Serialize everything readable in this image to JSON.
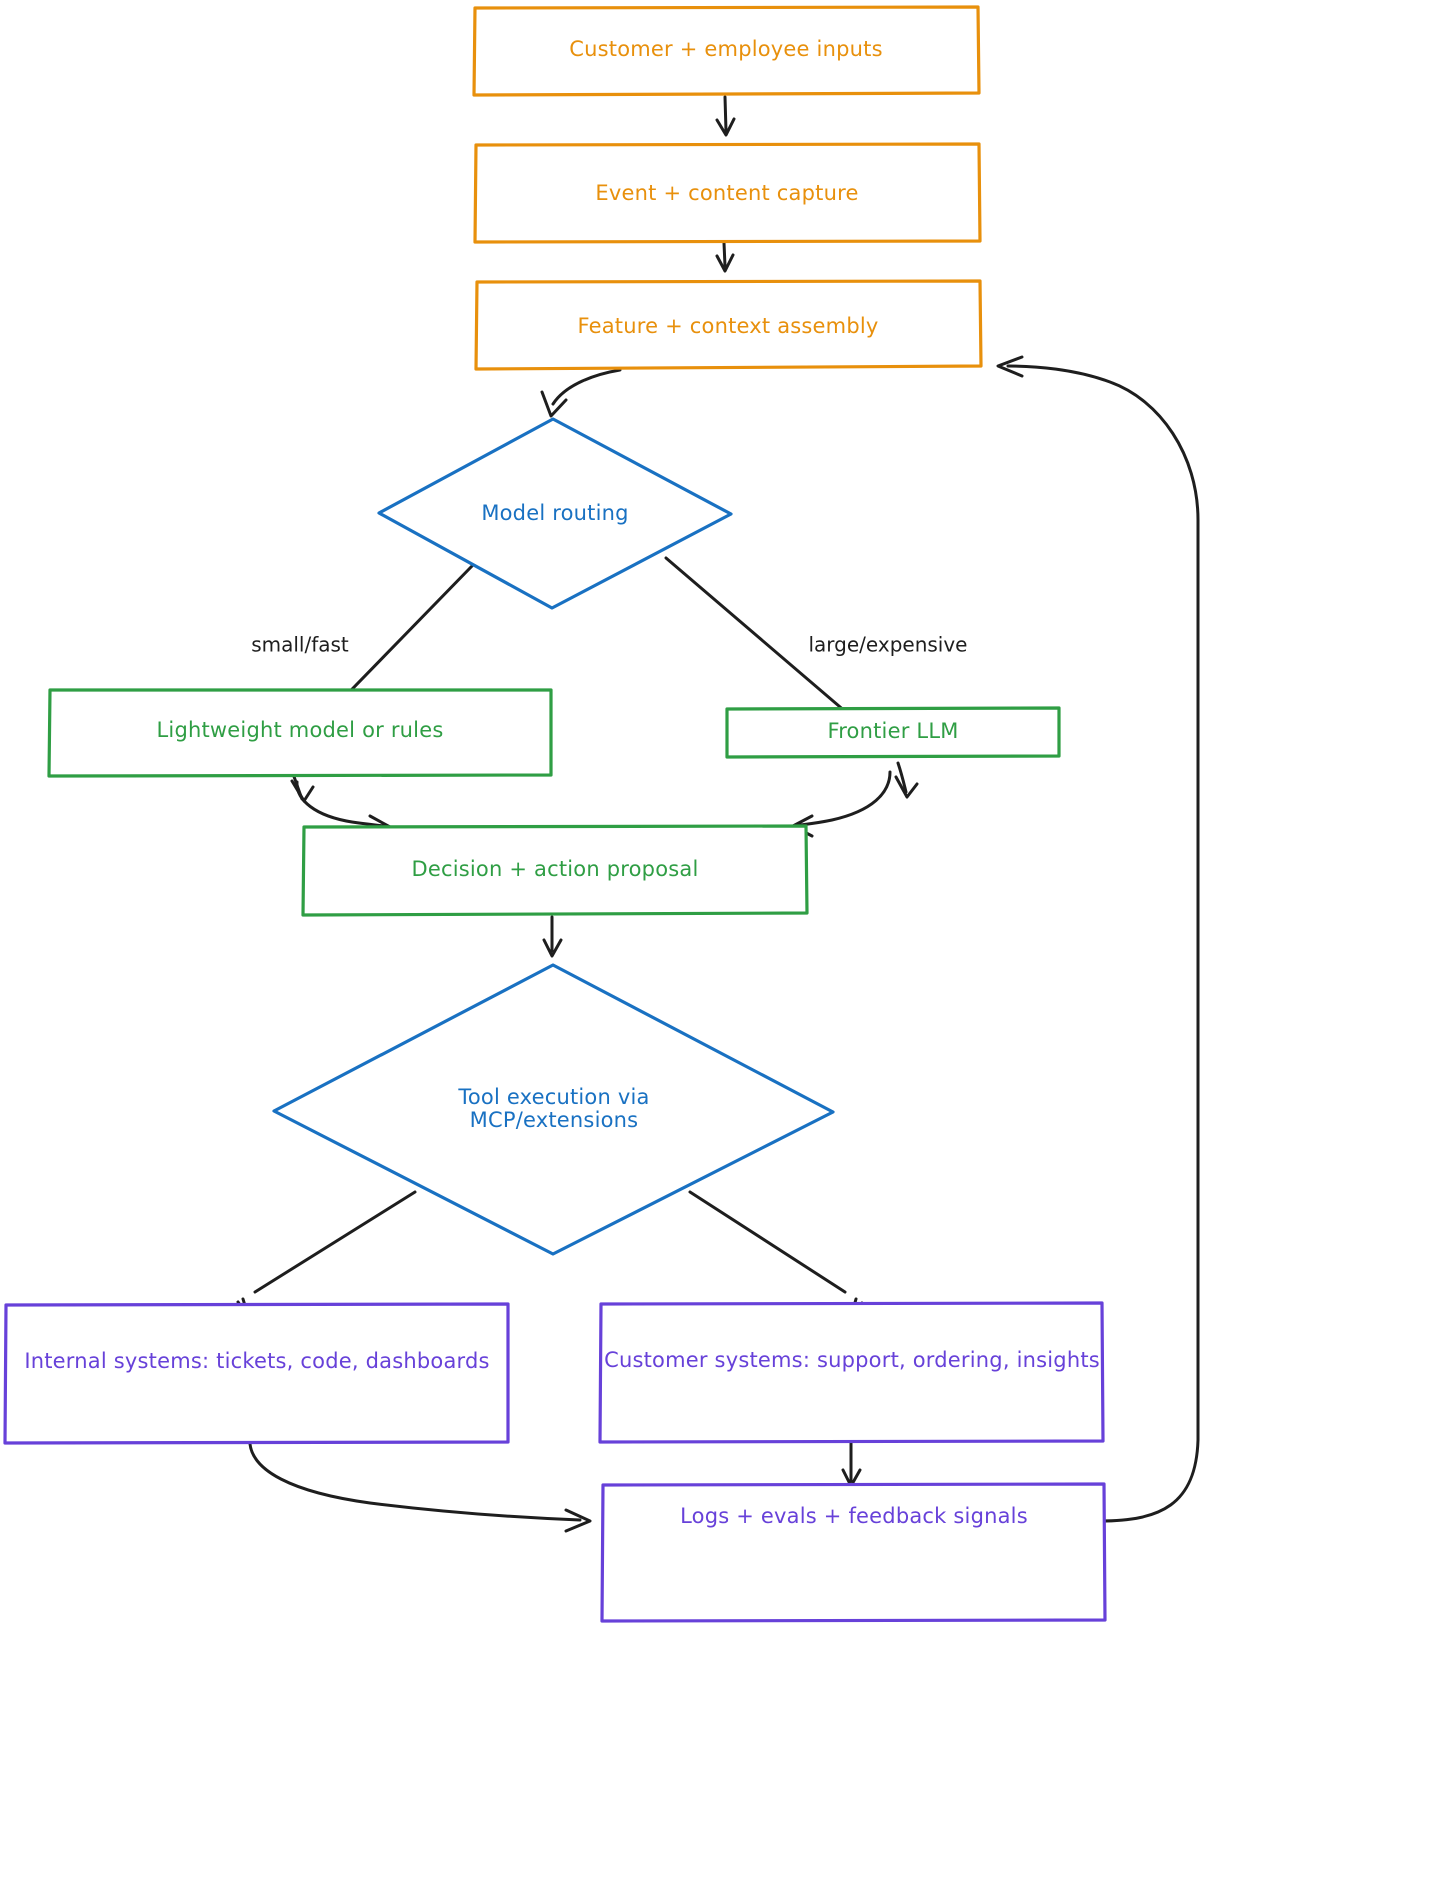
{
  "diagram": {
    "title": "AI workflow pipeline flowchart",
    "style": "hand-drawn",
    "background": "#ffffff",
    "palette": {
      "orange": "#e8900c",
      "blue": "#1971c2",
      "green": "#2f9e44",
      "purple": "#6741d9",
      "edge": "#1e1e1e"
    },
    "nodes": [
      {
        "id": "customer-inputs",
        "label": "Customer + employee inputs",
        "shape": "rectangle",
        "color": "orange"
      },
      {
        "id": "event-capture",
        "label": "Event + content capture",
        "shape": "rectangle",
        "color": "orange"
      },
      {
        "id": "feature-assembly",
        "label": "Feature + context assembly",
        "shape": "rectangle",
        "color": "orange"
      },
      {
        "id": "model-routing",
        "label": "Model routing",
        "shape": "diamond",
        "color": "blue"
      },
      {
        "id": "lightweight-model",
        "label": "Lightweight model or rules",
        "shape": "rectangle",
        "color": "green"
      },
      {
        "id": "frontier-llm",
        "label": "Frontier LLM",
        "shape": "rectangle",
        "color": "green"
      },
      {
        "id": "decision-proposal",
        "label": "Decision + action proposal",
        "shape": "rectangle",
        "color": "green"
      },
      {
        "id": "tool-execution",
        "label": "Tool execution via",
        "label2": "MCP/extensions",
        "shape": "diamond",
        "color": "blue"
      },
      {
        "id": "internal-systems",
        "label": "Internal systems: tickets, code, dashboards",
        "shape": "rectangle",
        "color": "purple"
      },
      {
        "id": "customer-systems",
        "label": "Customer systems: support, ordering, insights",
        "shape": "rectangle",
        "color": "purple"
      },
      {
        "id": "logs-evals",
        "label": "Logs + evals + feedback signals",
        "shape": "rectangle",
        "color": "purple"
      }
    ],
    "edges": [
      {
        "id": "e1",
        "from": "customer-inputs",
        "to": "event-capture",
        "label": ""
      },
      {
        "id": "e2",
        "from": "event-capture",
        "to": "feature-assembly",
        "label": ""
      },
      {
        "id": "e3",
        "from": "feature-assembly",
        "to": "model-routing",
        "label": ""
      },
      {
        "id": "e4",
        "from": "model-routing",
        "to": "lightweight-model",
        "label": "small/fast"
      },
      {
        "id": "e5",
        "from": "model-routing",
        "to": "frontier-llm",
        "label": "large/expensive"
      },
      {
        "id": "e6",
        "from": "lightweight-model",
        "to": "decision-proposal",
        "label": ""
      },
      {
        "id": "e7",
        "from": "frontier-llm",
        "to": "decision-proposal",
        "label": ""
      },
      {
        "id": "e8",
        "from": "decision-proposal",
        "to": "tool-execution",
        "label": ""
      },
      {
        "id": "e9",
        "from": "tool-execution",
        "to": "internal-systems",
        "label": ""
      },
      {
        "id": "e10",
        "from": "tool-execution",
        "to": "customer-systems",
        "label": ""
      },
      {
        "id": "e11",
        "from": "internal-systems",
        "to": "logs-evals",
        "label": ""
      },
      {
        "id": "e12",
        "from": "customer-systems",
        "to": "logs-evals",
        "label": ""
      },
      {
        "id": "e13",
        "from": "logs-evals",
        "to": "feature-assembly",
        "label": ""
      }
    ]
  }
}
